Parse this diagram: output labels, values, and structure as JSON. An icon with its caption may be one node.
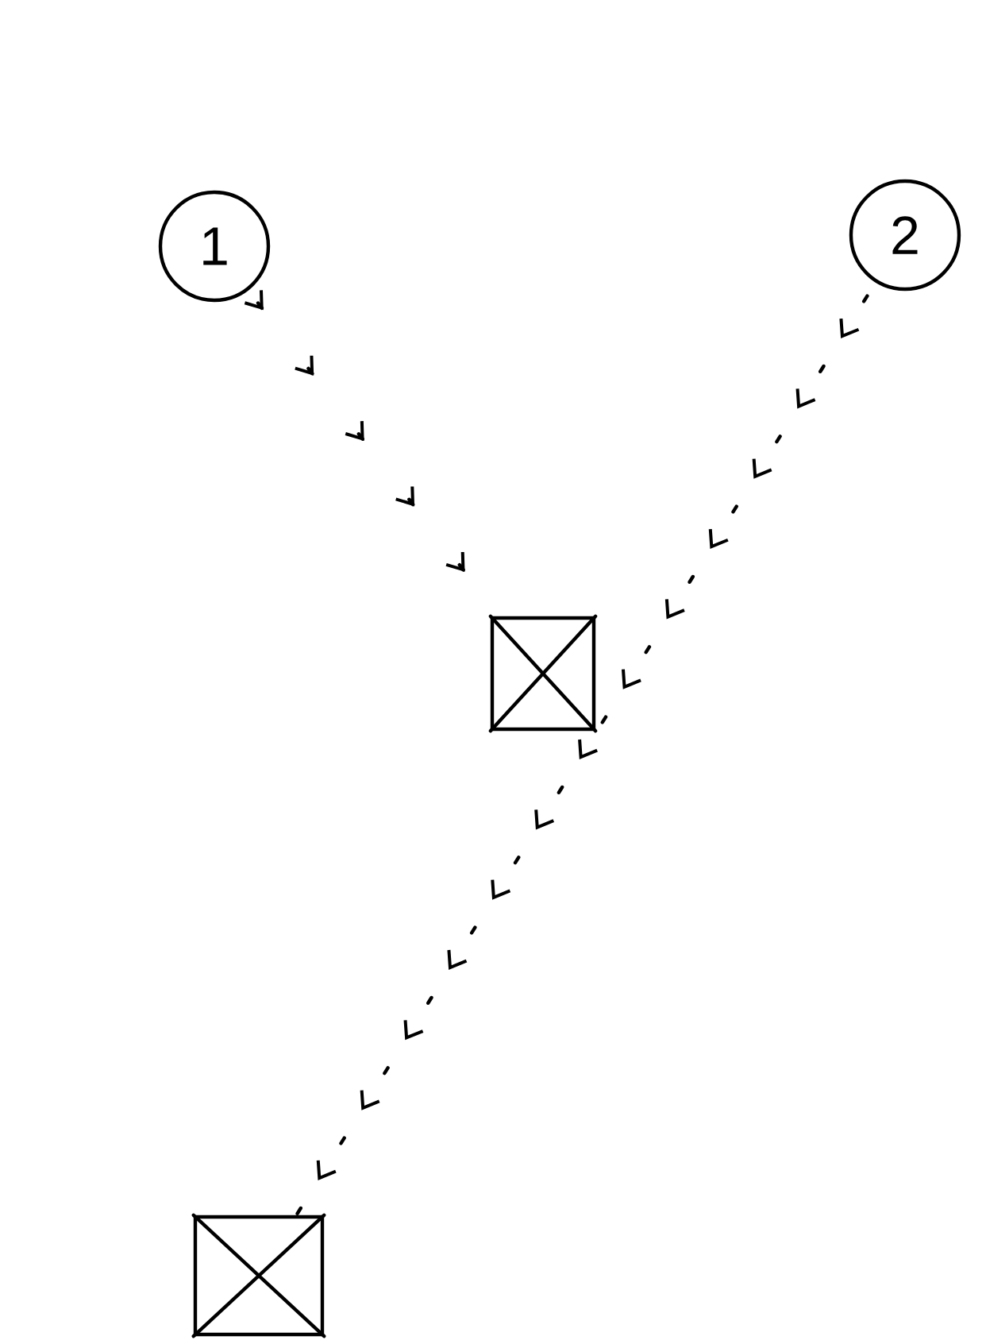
{
  "diagram": {
    "nodes": [
      {
        "text": [
          "1"
        ]
      },
      {
        "text": [
          "2"
        ]
      },
      {
        "text": [],
        "shape": "box"
      },
      {
        "text": [],
        "shape": "box"
      }
    ],
    "edges": [
      {
        "from": 0,
        "to": 2,
        "arrow": "to",
        "style": "dashed"
      },
      {
        "from": 1,
        "to": 3,
        "arrow": "to",
        "style": "dashed"
      }
    ]
  }
}
